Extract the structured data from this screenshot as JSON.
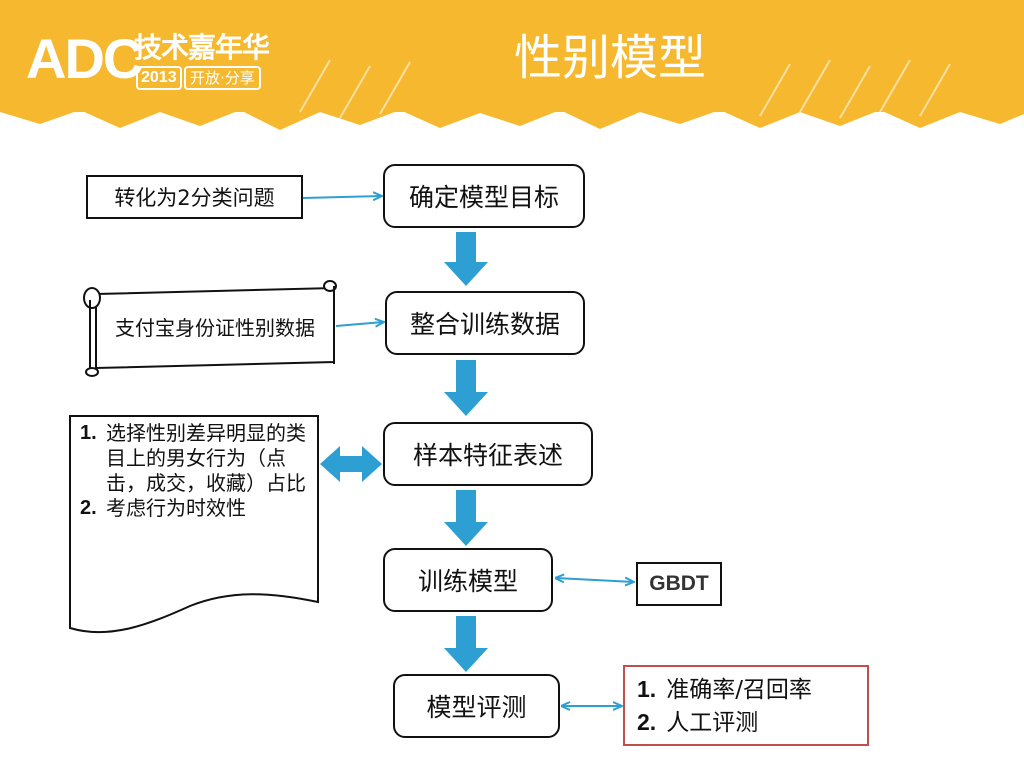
{
  "header": {
    "title": "性别模型",
    "logo": {
      "main": "ADC",
      "subtitle_cn": "技术嘉年华",
      "year": "2013",
      "slogan": "开放·分享"
    }
  },
  "flow": {
    "steps": [
      "确定模型目标",
      "整合训练数据",
      "样本特征表述",
      "训练模型",
      "模型评测"
    ],
    "notes": {
      "goal": "转化为2分类问题",
      "data_source": "支付宝身份证性别数据",
      "features": [
        {
          "num": "1.",
          "text": "选择性别差异明显的类目上的男女行为（点击，成交，收藏）占比"
        },
        {
          "num": "2.",
          "text": "考虑行为时效性"
        }
      ],
      "algorithm": "GBDT",
      "evaluation": [
        {
          "num": "1.",
          "text": "准确率/召回率"
        },
        {
          "num": "2.",
          "text": "人工评测"
        }
      ]
    }
  },
  "colors": {
    "header_bg": "#f6b82e",
    "arrow": "#2e9fd3",
    "eval_border": "#c0504d",
    "stroke": "#111111"
  }
}
